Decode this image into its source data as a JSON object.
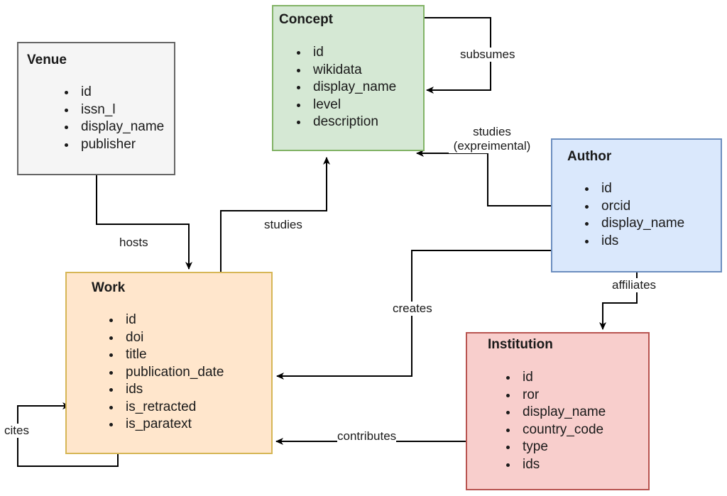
{
  "entities": {
    "venue": {
      "title": "Venue",
      "fields": [
        "id",
        "issn_l",
        "display_name",
        "publisher"
      ]
    },
    "concept": {
      "title": "Concept",
      "fields": [
        "id",
        "wikidata",
        "display_name",
        "level",
        "description"
      ]
    },
    "author": {
      "title": "Author",
      "fields": [
        "id",
        "orcid",
        "display_name",
        "ids"
      ]
    },
    "work": {
      "title": "Work",
      "fields": [
        "id",
        "doi",
        "title",
        "publication_date",
        "ids",
        "is_retracted",
        "is_paratext"
      ]
    },
    "institution": {
      "title": "Institution",
      "fields": [
        "id",
        "ror",
        "display_name",
        "country_code",
        "type",
        "ids"
      ]
    }
  },
  "relations": {
    "subsumes": "subsumes",
    "studies_experimental_line1": "studies",
    "studies_experimental_line2": "(expreimental)",
    "hosts": "hosts",
    "studies": "studies",
    "creates": "creates",
    "affiliates": "affiliates",
    "cites": "cites",
    "contributes": "contributes"
  }
}
